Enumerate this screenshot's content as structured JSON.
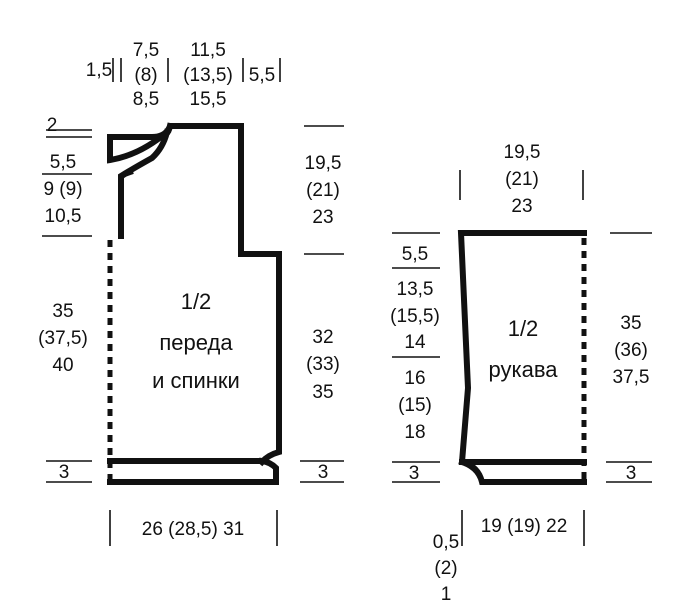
{
  "front": {
    "title_line1": "1/2",
    "title_line2": "переда",
    "title_line3": "и спинки",
    "top_left_a": "1,5",
    "top_neck_1": "7,5",
    "top_neck_2": "(8)",
    "top_neck_3": "8,5",
    "top_shoulder_1": "11,5",
    "top_shoulder_2": "(13,5)",
    "top_shoulder_3": "15,5",
    "top_right": "5,5",
    "left_top": "2",
    "left_neck_1": "5,5",
    "left_neck_2": "9 (9)",
    "left_neck_3": "10,5",
    "left_body_1": "35",
    "left_body_2": "(37,5)",
    "left_body_3": "40",
    "left_band": "3",
    "right_arm_1": "19,5",
    "right_arm_2": "(21)",
    "right_arm_3": "23",
    "right_body_1": "32",
    "right_body_2": "(33)",
    "right_body_3": "35",
    "right_band": "3",
    "bottom_width": "26 (28,5) 31"
  },
  "sleeve": {
    "title_line1": "1/2",
    "title_line2": "рукава",
    "top_1": "19,5",
    "top_2": "(21)",
    "top_3": "23",
    "left_a1": "5,5",
    "left_a2": "13,5",
    "left_a3": "(15,5)",
    "left_a4": "14",
    "left_b1": "16",
    "left_b2": "(15)",
    "left_b3": "18",
    "left_band": "3",
    "right_1": "35",
    "right_2": "(36)",
    "right_3": "37,5",
    "right_band": "3",
    "bottom_width": "19 (19) 22",
    "bottom_offset_1": "0,5",
    "bottom_offset_2": "(2)",
    "bottom_offset_3": "1"
  }
}
